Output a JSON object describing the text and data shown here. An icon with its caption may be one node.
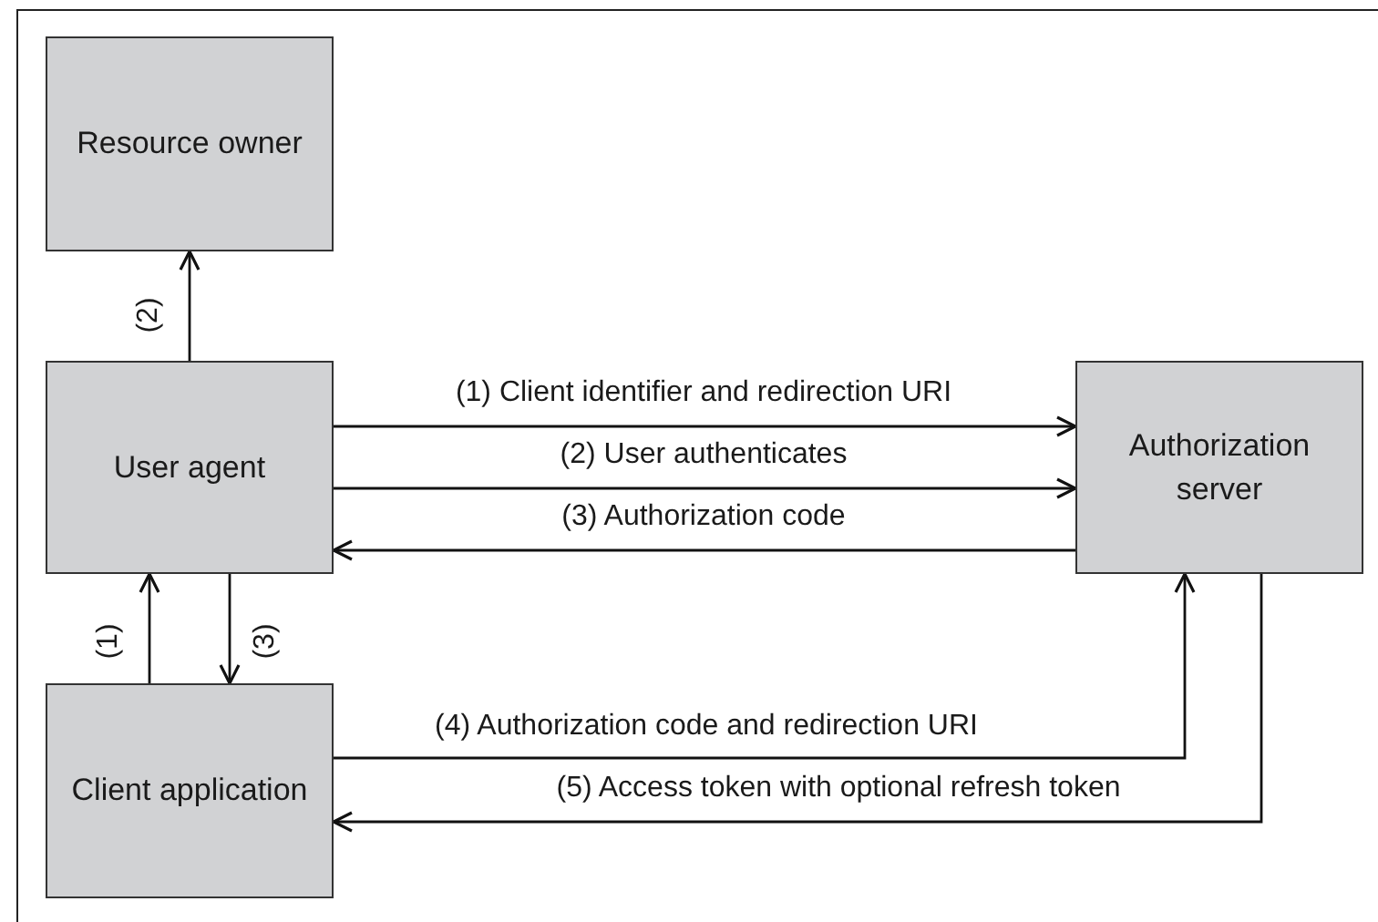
{
  "diagram": {
    "nodes": [
      {
        "text": [
          "Resource owner"
        ]
      },
      {
        "text": [
          "User agent"
        ]
      },
      {
        "text": [
          "Authorization server"
        ]
      },
      {
        "text": [
          "Client application"
        ]
      }
    ],
    "edges": [
      {
        "from": 1,
        "to": 0,
        "arrow": "to",
        "label": "(2)"
      },
      {
        "from": 3,
        "to": 1,
        "arrow": "to",
        "label": "(1)"
      },
      {
        "from": 1,
        "to": 3,
        "arrow": "to",
        "label": "(3)"
      },
      {
        "from": 1,
        "to": 2,
        "arrow": "to",
        "label": "(1) Client identifier and redirection URI"
      },
      {
        "from": 1,
        "to": 2,
        "arrow": "to",
        "label": "(2) User authenticates"
      },
      {
        "from": 2,
        "to": 1,
        "arrow": "to",
        "label": "(3) Authorization code"
      },
      {
        "from": 3,
        "to": 2,
        "arrow": "to",
        "label": "(4) Authorization code and redirection URI"
      },
      {
        "from": 2,
        "to": 3,
        "arrow": "to",
        "label": "(5) Access token with optional refresh token"
      }
    ]
  }
}
